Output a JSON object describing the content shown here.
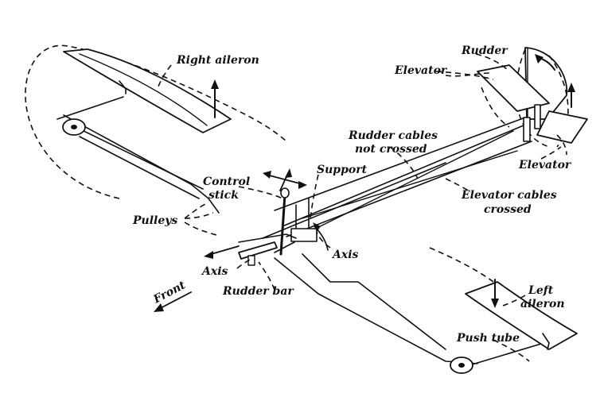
{
  "labels": {
    "right_aileron": "Right aileron",
    "rudder": "Rudder",
    "elevator_top": "Elevator",
    "elevator_bottom": "Elevator",
    "rudder_cables_line1": "Rudder cables",
    "rudder_cables_line2": "not crossed",
    "support": "Support",
    "control_stick_line1": "Control",
    "control_stick_line2": "stick",
    "pulleys": "Pulleys",
    "elevator_cables_line1": "Elevator cables",
    "elevator_cables_line2": "crossed",
    "axis_right": "Axis",
    "axis_left": "Axis",
    "front": "Front",
    "rudder_bar": "Rudder bar",
    "left_aileron_line1": "Left",
    "left_aileron_line2": "aileron",
    "push_tube": "Push tube"
  }
}
